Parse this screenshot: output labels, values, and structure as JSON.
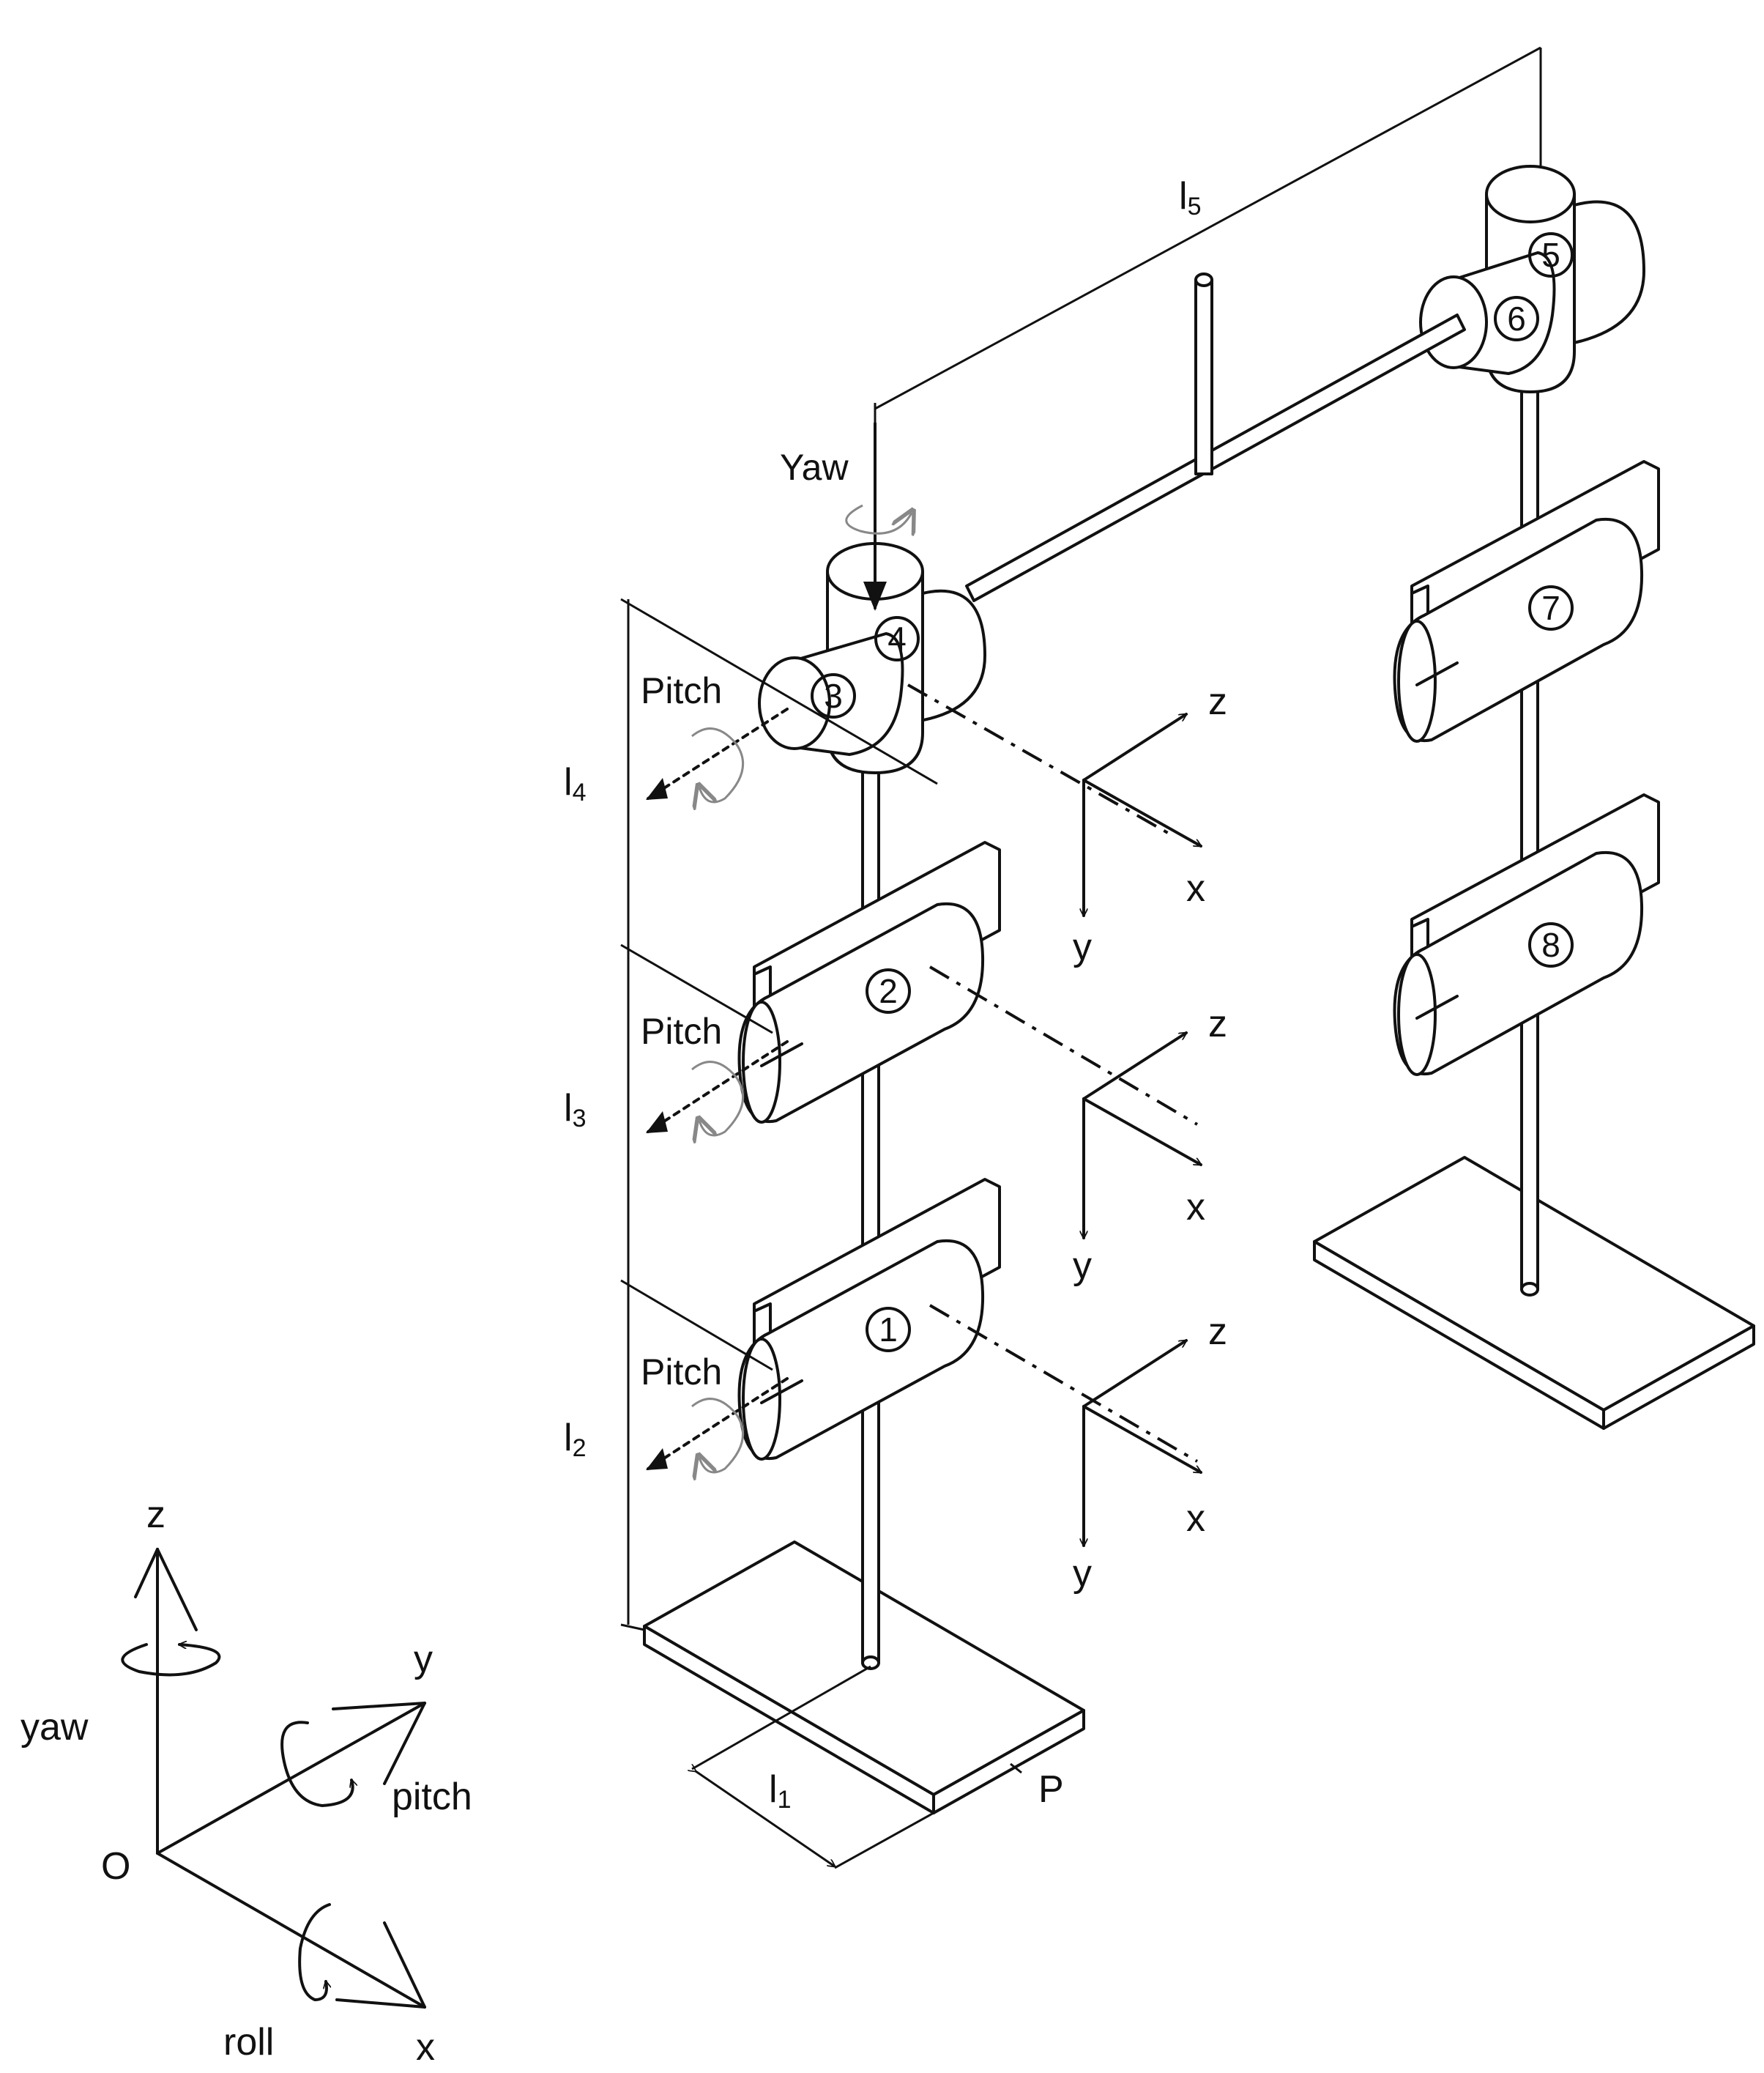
{
  "joints": [
    "1",
    "2",
    "3",
    "4",
    "5",
    "6",
    "7",
    "8"
  ],
  "joint_labels": {
    "yaw": "Yaw",
    "pitch_3": "Pitch",
    "pitch_2": "Pitch",
    "pitch_1": "Pitch"
  },
  "lengths": {
    "l1": {
      "main": "l",
      "sub": "1"
    },
    "l2": {
      "main": "l",
      "sub": "2"
    },
    "l3": {
      "main": "l",
      "sub": "3"
    },
    "l4": {
      "main": "l",
      "sub": "4"
    },
    "l5": {
      "main": "l",
      "sub": "5"
    }
  },
  "point_p": "P",
  "local_frames": [
    {
      "x": "x",
      "y": "y",
      "z": "z"
    },
    {
      "x": "x",
      "y": "y",
      "z": "z"
    },
    {
      "x": "x",
      "y": "y",
      "z": "z"
    }
  ],
  "reference_frame": {
    "origin": "O",
    "x": "x",
    "y": "y",
    "z": "z",
    "yaw": "yaw",
    "pitch": "pitch",
    "roll": "roll"
  }
}
